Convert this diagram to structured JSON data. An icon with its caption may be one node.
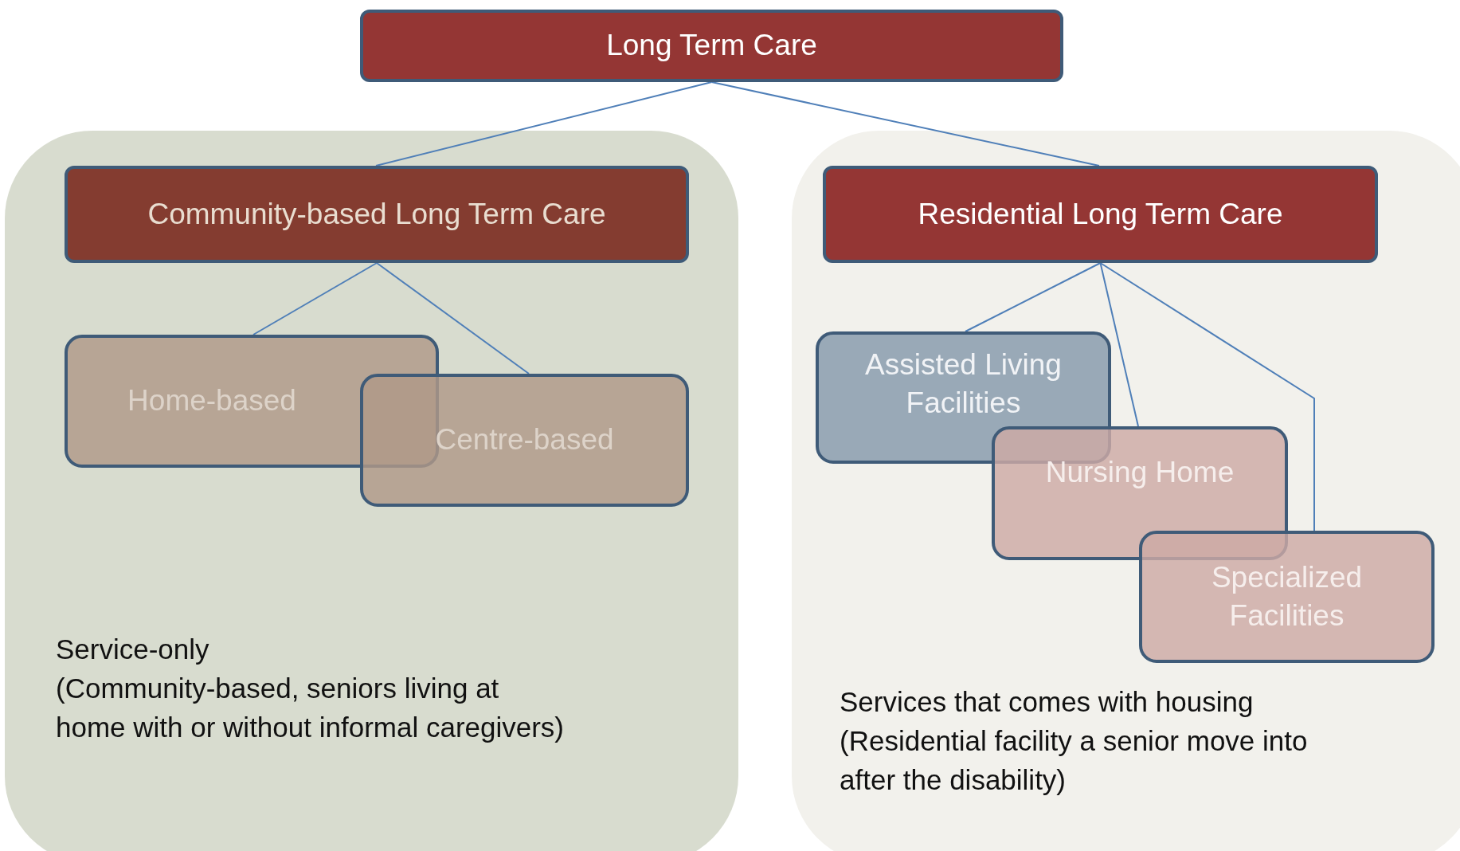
{
  "diagram": {
    "nodes": [
      {
        "text": [
          "Long Term Care"
        ]
      },
      {
        "text": [
          "Service-only",
          "(Community-based, seniors living at home with or without informal caregivers)"
        ]
      },
      {
        "text": [
          "Community-based Long Term Care"
        ],
        "in": 1
      },
      {
        "text": [
          "Home-based"
        ],
        "in": 1
      },
      {
        "text": [
          "Centre-based"
        ],
        "in": 1
      },
      {
        "text": [
          "Services that comes with housing",
          "(Residential facility a senior move into after the disability)"
        ]
      },
      {
        "text": [
          "Residential Long Term Care"
        ],
        "in": 5
      },
      {
        "text": [
          "Assisted Living Facilities"
        ],
        "in": 5
      },
      {
        "text": [
          "Nursing Home"
        ],
        "in": 5
      },
      {
        "text": [
          "Specialized Facilities"
        ],
        "in": 5
      }
    ],
    "edges": [
      {
        "from": 0,
        "to": 2,
        "arrow": "none"
      },
      {
        "from": 0,
        "to": 6,
        "arrow": "none"
      },
      {
        "from": 2,
        "to": 3,
        "arrow": "none"
      },
      {
        "from": 2,
        "to": 4,
        "arrow": "none"
      },
      {
        "from": 6,
        "to": 7,
        "arrow": "none"
      },
      {
        "from": 6,
        "to": 8,
        "arrow": "none"
      },
      {
        "from": 6,
        "to": 9,
        "arrow": "none"
      }
    ]
  }
}
